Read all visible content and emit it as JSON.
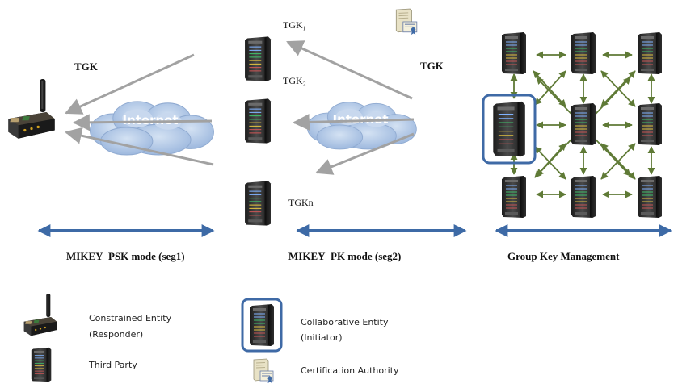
{
  "colors": {
    "band_arrow": "#3d6aa6",
    "mesh_arrow": "#5f7a36",
    "gray_arrow": "#a2a2a2",
    "cloud": "#b9cde7",
    "cloud_dark": "#8aa7d2",
    "initiator_frame": "#3f6aa6"
  },
  "labels": {
    "tgk_left": "TGK",
    "tgk_right": "TGK",
    "tgk1": "TGK₁",
    "tgk2": "TGK₂",
    "tgkn": "TGKn",
    "internet_left": "Internet",
    "internet_right": "Internet",
    "seg1": "MIKEY_PSK mode (seg1)",
    "seg2": "MIKEY_PK mode (seg2)",
    "gkm": "Group Key Management"
  },
  "legend": {
    "constrained_line1": "Constrained Entity",
    "constrained_line2": "(Responder)",
    "third_party": "Third Party",
    "collab_line1": "Collaborative Entity",
    "collab_line2": "(Initiator)",
    "ca": "Certification Authority"
  }
}
